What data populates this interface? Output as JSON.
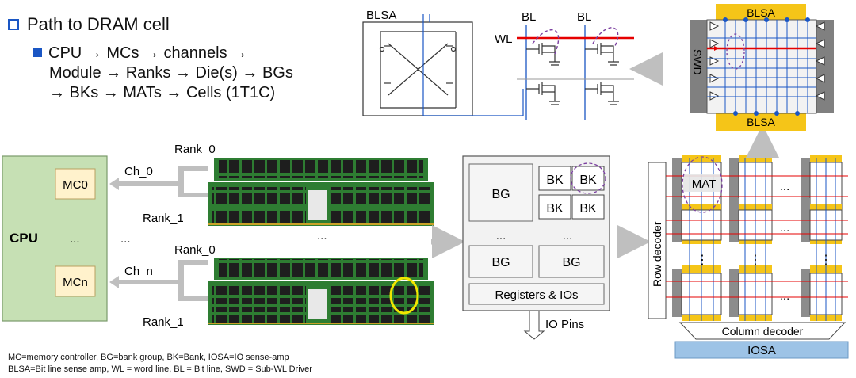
{
  "heading": "Path to DRAM cell",
  "path_lines": [
    "CPU → MCs → channels →",
    "Module → Ranks → Die(s) → BGs",
    "→ BKs → MATs → Cells (1T1C)"
  ],
  "cpu": {
    "label": "CPU",
    "mc0": "MC0",
    "mcn": "MCn",
    "dots": "..."
  },
  "channels": {
    "ch0": "Ch_0",
    "chn": "Ch_n"
  },
  "ranks": {
    "r0_top": "Rank_0",
    "r1_top": "Rank_1",
    "r0_bot": "Rank_0",
    "r1_bot": "Rank_1",
    "mid_dots_left": "...",
    "mid_dots_right": "..."
  },
  "die": {
    "bg": "BG",
    "bk": "BK",
    "dots": "...",
    "registers": "Registers & IOs",
    "io_pins": "IO Pins"
  },
  "mat_array": {
    "mat": "MAT",
    "row_decoder": "Row decoder",
    "column_decoder": "Column decoder",
    "iosa": "IOSA",
    "dots": "...",
    "vdots": "⋮"
  },
  "cell": {
    "blsa": "BLSA",
    "bl": "BL",
    "wl": "WL",
    "swd": "SWD"
  },
  "footnote": [
    "MC=memory controller, BG=bank group, BK=Bank, IOSA=IO sense-amp",
    "BLSA=Bit line sense amp, WL = word line, BL = Bit line, SWD = Sub-WL Driver"
  ],
  "colors": {
    "accent_blue": "#1a56c4",
    "cpu_green": "#c6e0b4",
    "mc_yellow": "#fff2cc",
    "gold": "#f5c518",
    "iosa_blue": "#9dc3e6",
    "wl_red": "#e60000",
    "dimm_green": "#2e7d32"
  }
}
